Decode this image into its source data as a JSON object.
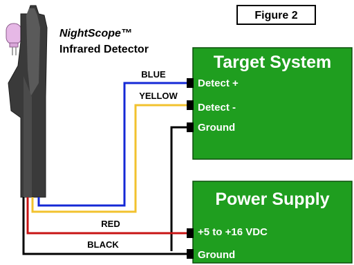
{
  "figure_label": "Figure 2",
  "detector": {
    "name": "NightScope™",
    "subtitle": "Infrared Detector"
  },
  "target_system": {
    "title": "Target System",
    "pins": [
      "Detect +",
      "Detect -",
      "Ground"
    ]
  },
  "power_supply": {
    "title": "Power Supply",
    "pins": [
      "+5 to +16 VDC",
      "Ground"
    ]
  },
  "wires": {
    "blue": "BLUE",
    "yellow": "YELLOW",
    "red": "RED",
    "black": "BLACK"
  },
  "colors": {
    "box_green": "#1f9e1f",
    "box_border": "#0b4f0b",
    "blue_wire": "#1428d6",
    "yellow_wire": "#f2c22e",
    "red_wire": "#c81414",
    "black_wire": "#000000",
    "detector_body": "#3a3a3a",
    "led": "#e6b8e6"
  }
}
